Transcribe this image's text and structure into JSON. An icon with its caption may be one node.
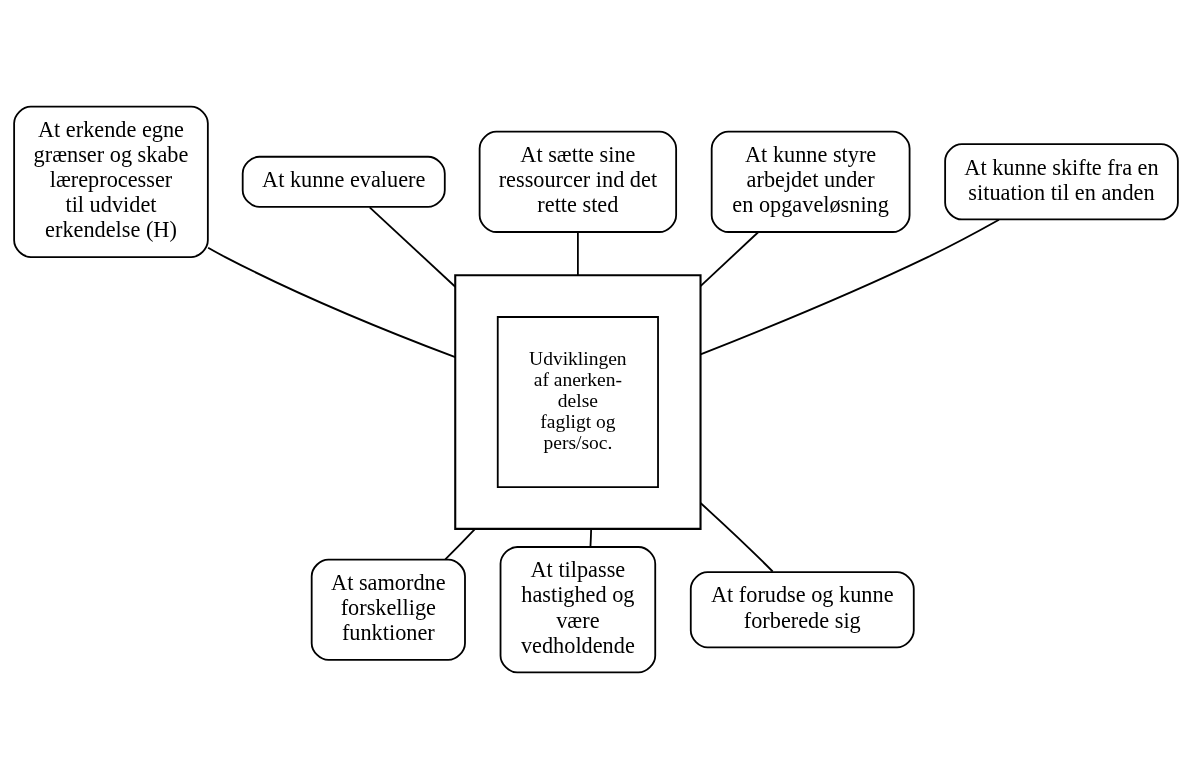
{
  "diagram": {
    "nodes": [
      {
        "text": [],
        "shape": "octagon"
      },
      {
        "text": [
          "Udviklingen af anerken- delse fagligt og pers/soc."
        ],
        "in": 0
      },
      {
        "text": [
          "At erkende egne grænser og skabe læreprocesser til udvidet erkendelse (H)"
        ]
      },
      {
        "text": [
          "At kunne evaluere"
        ]
      },
      {
        "text": [
          "At sætte sine ressourcer ind det rette sted"
        ]
      },
      {
        "text": [
          "At kunne styre arbejdet under en opgaveløsning"
        ]
      },
      {
        "text": [
          "At kunne skifte fra en situation til en anden"
        ]
      },
      {
        "text": [
          "At samordne forskellige funktioner"
        ]
      },
      {
        "text": [
          "At tilpasse hastighed og være vedholdende"
        ]
      },
      {
        "text": [
          "At forudse og kunne forberede sig"
        ]
      }
    ],
    "edges": [
      {
        "from": 2,
        "to": 0,
        "arrow": "none"
      },
      {
        "from": 3,
        "to": 0,
        "arrow": "none"
      },
      {
        "from": 4,
        "to": 0,
        "arrow": "none"
      },
      {
        "from": 5,
        "to": 0,
        "arrow": "none"
      },
      {
        "from": 6,
        "to": 0,
        "arrow": "none"
      },
      {
        "from": 7,
        "to": 0,
        "arrow": "none"
      },
      {
        "from": 8,
        "to": 0,
        "arrow": "none"
      },
      {
        "from": 9,
        "to": 0,
        "arrow": "none"
      }
    ]
  }
}
